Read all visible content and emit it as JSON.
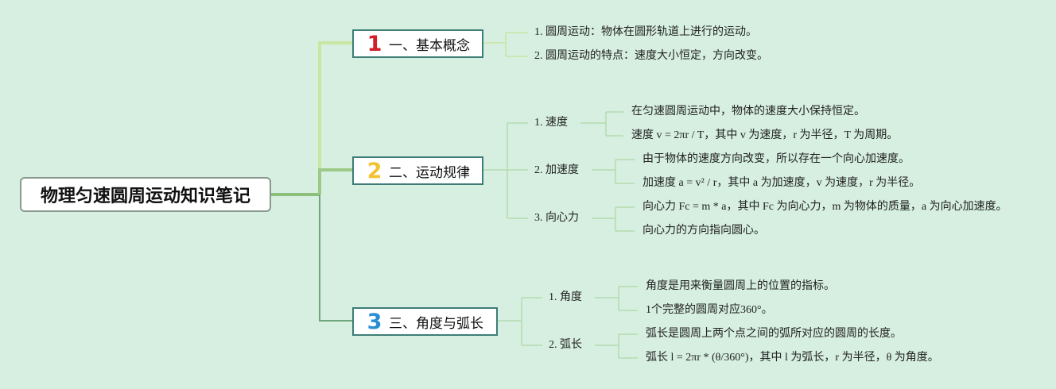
{
  "root": {
    "title": "物理匀速圆周运动知识笔记"
  },
  "branch1": {
    "num": "1",
    "title": "一、基本概念",
    "items": [
      "1. 圆周运动：物体在圆形轨道上进行的运动。",
      "2. 圆周运动的特点：速度大小恒定，方向改变。"
    ]
  },
  "branch2": {
    "num": "2",
    "title": "二、运动规律",
    "subs": [
      {
        "label": "1. 速度",
        "items": [
          "在匀速圆周运动中，物体的速度大小保持恒定。",
          "速度 v = 2πr / T，其中 v 为速度，r 为半径，T 为周期。"
        ]
      },
      {
        "label": "2. 加速度",
        "items": [
          "由于物体的速度方向改变，所以存在一个向心加速度。",
          "加速度 a = v² / r，其中 a 为加速度，v 为速度，r 为半径。"
        ]
      },
      {
        "label": "3. 向心力",
        "items": [
          "向心力 Fc = m * a，其中 Fc 为向心力，m 为物体的质量，a 为向心加速度。",
          "向心力的方向指向圆心。"
        ]
      }
    ]
  },
  "branch3": {
    "num": "3",
    "title": "三、角度与弧长",
    "subs": [
      {
        "label": "1. 角度",
        "items": [
          "角度是用来衡量圆周上的位置的指标。",
          "1个完整的圆周对应360°。"
        ]
      },
      {
        "label": "2. 弧长",
        "items": [
          "弧长是圆周上两个点之间的弧所对应的圆周的长度。",
          "弧长 l = 2πr * (θ/360°)，其中 l 为弧长，r 为半径，θ 为角度。"
        ]
      }
    ]
  },
  "colors": {
    "num1": "#d0202a",
    "num2": "#f2c230",
    "num3": "#2a8ed6",
    "branch_border": "#3d7d76",
    "link1": "#c9e6a2",
    "link2": "#9cc987",
    "link3": "#6fa77b",
    "sublink": "#b4dcb0"
  }
}
